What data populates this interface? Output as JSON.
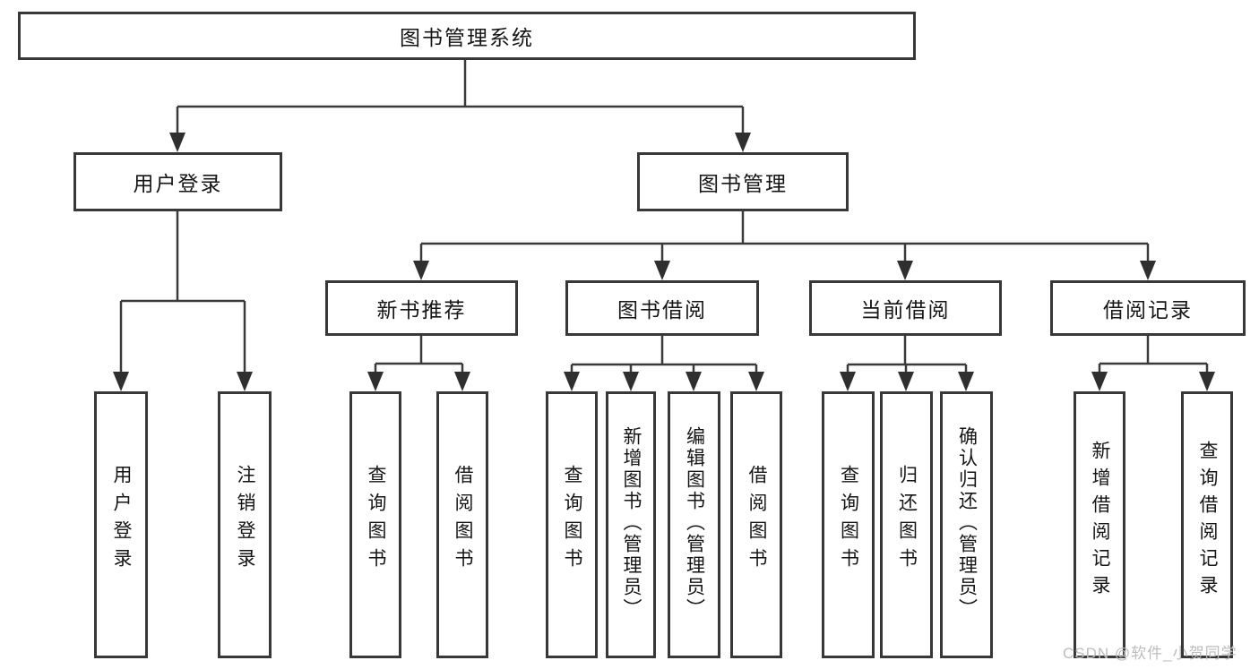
{
  "diagram": {
    "root": {
      "label": "图书管理系统"
    },
    "level2": [
      {
        "label": "用户登录"
      },
      {
        "label": "图书管理"
      }
    ],
    "level3": [
      {
        "label": "新书推荐"
      },
      {
        "label": "图书借阅"
      },
      {
        "label": "当前借阅"
      },
      {
        "label": "借阅记录"
      }
    ],
    "level4": [
      {
        "label": "用户登录"
      },
      {
        "label": "注销登录"
      },
      {
        "label": "查询图书"
      },
      {
        "label": "借阅图书"
      },
      {
        "label": "查询图书"
      },
      {
        "label": "新增图书（管理员）"
      },
      {
        "label": "编辑图书（管理员）"
      },
      {
        "label": "借阅图书"
      },
      {
        "label": "查询图书"
      },
      {
        "label": "归还图书"
      },
      {
        "label": "确认归还（管理员）"
      },
      {
        "label": "新增借阅记录"
      },
      {
        "label": "查询借阅记录"
      }
    ],
    "structure": {
      "图书管理系统": [
        "用户登录",
        "图书管理"
      ],
      "用户登录": [
        "用户登录",
        "注销登录"
      ],
      "图书管理": [
        "新书推荐",
        "图书借阅",
        "当前借阅",
        "借阅记录"
      ],
      "新书推荐": [
        "查询图书",
        "借阅图书"
      ],
      "图书借阅": [
        "查询图书",
        "新增图书（管理员）",
        "编辑图书（管理员）",
        "借阅图书"
      ],
      "当前借阅": [
        "查询图书",
        "归还图书",
        "确认归还（管理员）"
      ],
      "借阅记录": [
        "新增借阅记录",
        "查询借阅记录"
      ]
    }
  },
  "watermark": {
    "text": "CSDN @软件_小贺同学"
  },
  "colors": {
    "line": "#3a3a3a",
    "border": "#383838",
    "text": "#151515",
    "background": "#ffffff",
    "watermark": "#bcbcbc"
  }
}
